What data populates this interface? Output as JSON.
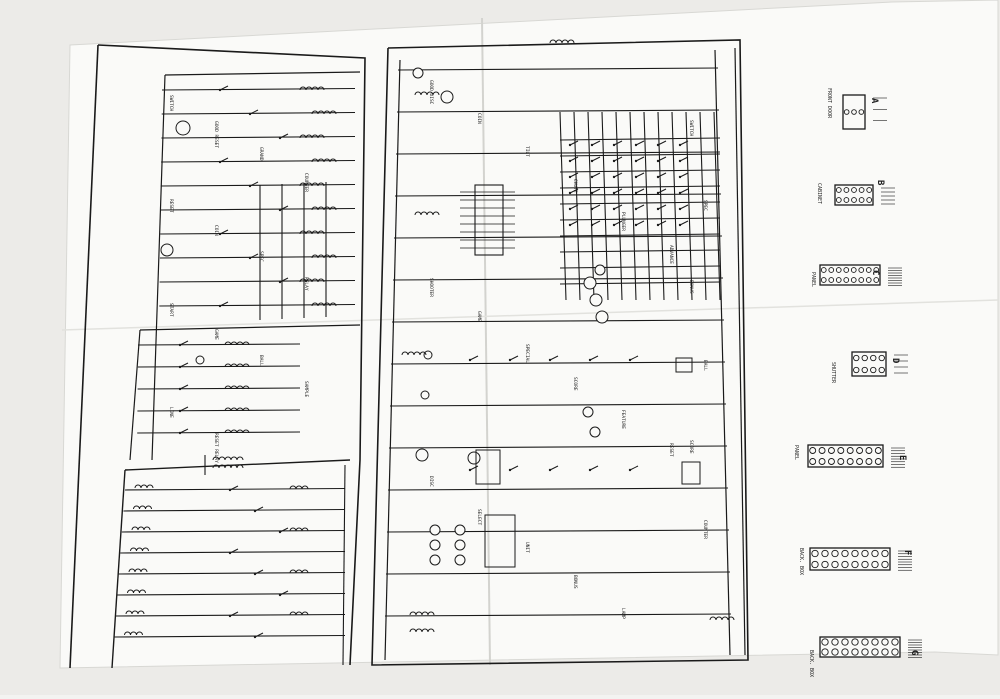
{
  "sheet": {
    "paper_color": "#fafaf8",
    "ink_color": "#1a1a1a",
    "background_color": "#ecebe8"
  },
  "plugs": [
    {
      "letter": "A",
      "title": "FRONT DOOR",
      "rows": 1,
      "cols": 3
    },
    {
      "letter": "B",
      "title": "CABINET",
      "rows": 2,
      "cols": 5
    },
    {
      "letter": "C",
      "title": "PANEL",
      "rows": 2,
      "cols": 8
    },
    {
      "letter": "D",
      "title": "SHUTTER",
      "rows": 2,
      "cols": 4
    },
    {
      "letter": "E",
      "title": "PANEL",
      "rows": 2,
      "cols": 8
    },
    {
      "letter": "F",
      "title": "BACK. BOX",
      "rows": 2,
      "cols": 8
    },
    {
      "letter": "G",
      "title": "BACK. BOX",
      "rows": 2,
      "cols": 8
    }
  ],
  "left_labels": [
    "SWITCH",
    "GOOD RESET",
    "GRAND",
    "COUNTER",
    "RESET",
    "COIN",
    "SPEC",
    "RELAY",
    "START",
    "GAME",
    "BALL",
    "SAMPLE",
    "LINE",
    "RESET RELAY"
  ],
  "center_labels": [
    "GOOD DISC",
    "COIN",
    "TILT",
    "CHUTE",
    "PLUNGER",
    "ADVANCE",
    "SHOOTER",
    "GAME",
    "SPECIAL",
    "SCORE",
    "FEATURE",
    "RESET",
    "DISC",
    "SELECT",
    "UNIT",
    "BONUS",
    "LAMP"
  ],
  "right_labels": [
    "SWITCH",
    "SPEC",
    "BONUS",
    "BALL",
    "SCORE",
    "COUNTER"
  ]
}
